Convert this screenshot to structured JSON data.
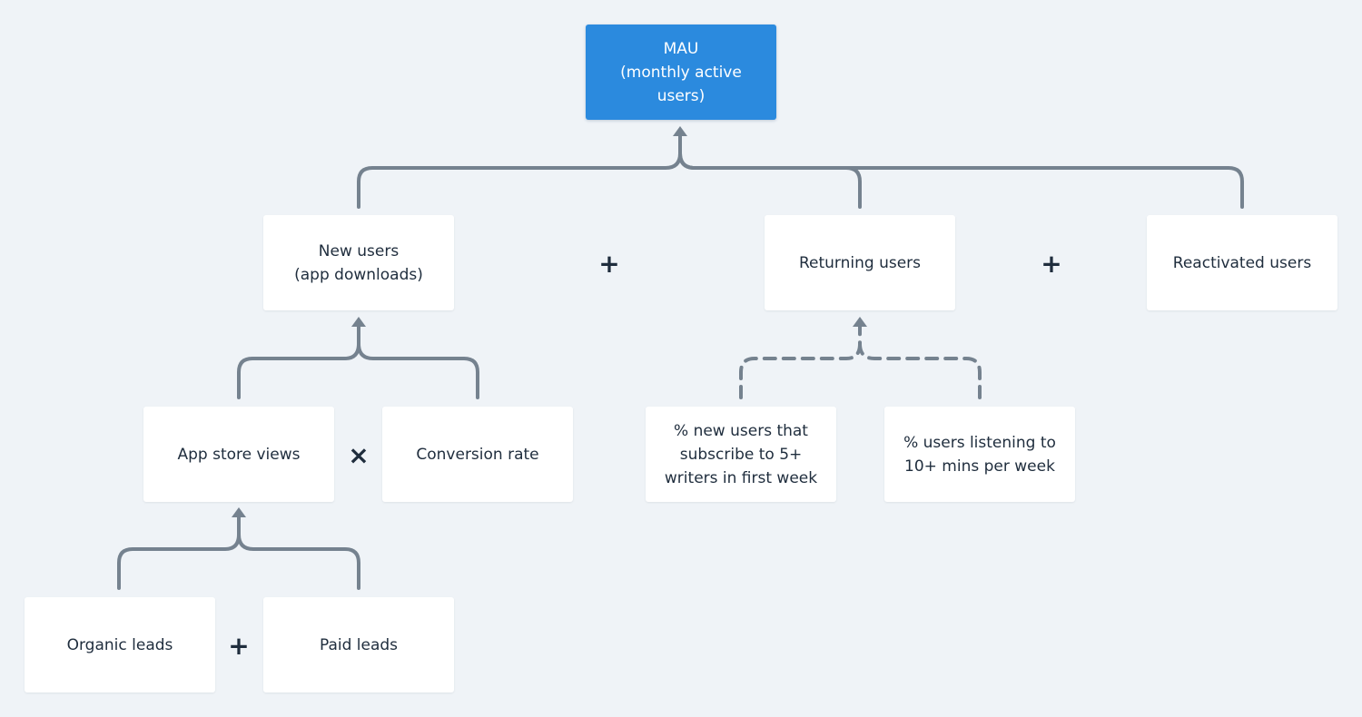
{
  "colors": {
    "background": "#eff3f7",
    "node_fill": "#ffffff",
    "root_fill": "#2b8ade",
    "root_text": "#ffffff",
    "text": "#1f2d3d",
    "connector": "#75828f"
  },
  "nodes": {
    "mau": "MAU\n(monthly active\nusers)",
    "new_users": "New users\n(app downloads)",
    "returning_users": "Returning users",
    "reactivated_users": "Reactivated users",
    "app_store_views": "App store views",
    "conversion_rate": "Conversion rate",
    "pct_new_users_subscribe": "% new users that\nsubscribe to 5+\nwriters in first week",
    "pct_users_listening": "% users listening to\n10+ mins per week",
    "organic_leads": "Organic leads",
    "paid_leads": "Paid leads"
  },
  "operators": {
    "plus_new_returning": "+",
    "plus_returning_reactivated": "+",
    "times_views_conversion": "×",
    "plus_organic_paid": "+"
  },
  "edges": [
    {
      "from": "new_users",
      "to": "mau",
      "style": "solid"
    },
    {
      "from": "returning_users",
      "to": "mau",
      "style": "solid"
    },
    {
      "from": "reactivated_users",
      "to": "mau",
      "style": "solid"
    },
    {
      "from": "app_store_views",
      "to": "new_users",
      "style": "solid"
    },
    {
      "from": "conversion_rate",
      "to": "new_users",
      "style": "solid"
    },
    {
      "from": "pct_new_users_subscribe",
      "to": "returning_users",
      "style": "dashed"
    },
    {
      "from": "pct_users_listening",
      "to": "returning_users",
      "style": "dashed"
    },
    {
      "from": "organic_leads",
      "to": "app_store_views",
      "style": "solid"
    },
    {
      "from": "paid_leads",
      "to": "app_store_views",
      "style": "solid"
    }
  ]
}
